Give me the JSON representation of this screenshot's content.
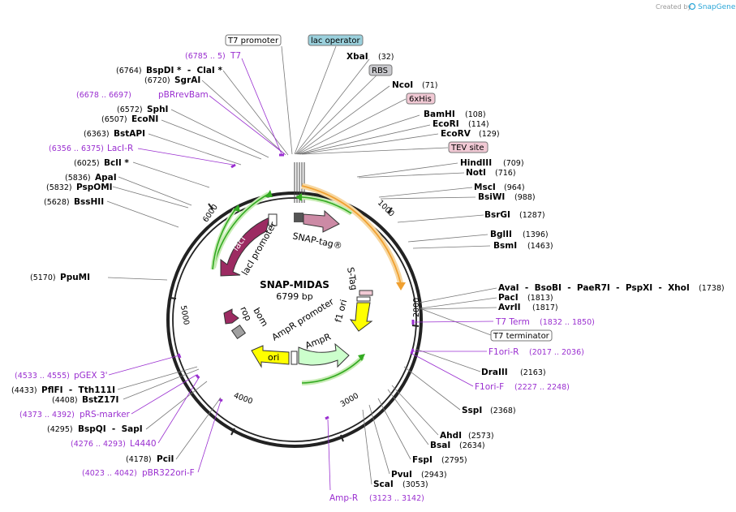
{
  "branding": {
    "created_by": "Created by",
    "product": "SnapGene"
  },
  "plasmid": {
    "name": "SNAP-MIDAS",
    "size": "6799 bp"
  },
  "ticks": [
    "1000",
    "2000",
    "3000",
    "4000",
    "5000",
    "6000"
  ],
  "boxed_features": [
    {
      "text": "T7 promoter",
      "fill": "#ffffff"
    },
    {
      "text": "lac operator",
      "fill": "#9ad0dc"
    },
    {
      "text": "RBS",
      "fill": "#c8c8cc"
    },
    {
      "text": "6xHis",
      "fill": "#f1c9d4"
    },
    {
      "text": "TEV site",
      "fill": "#f1c9d4"
    },
    {
      "text": "T7 terminator",
      "fill": "#ffffff"
    }
  ],
  "enzymes": [
    {
      "name": "XbaI",
      "pos": "(32)"
    },
    {
      "name": "NcoI",
      "pos": "(71)"
    },
    {
      "name": "BamHI",
      "pos": "(108)"
    },
    {
      "name": "EcoRI",
      "pos": "(114)"
    },
    {
      "name": "EcoRV",
      "pos": "(129)"
    },
    {
      "name": "HindIII",
      "pos": "(709)"
    },
    {
      "name": "NotI",
      "pos": "(716)"
    },
    {
      "name": "MscI",
      "pos": "(964)"
    },
    {
      "name": "BsiWI",
      "pos": "(988)"
    },
    {
      "name": "BsrGI",
      "pos": "(1287)"
    },
    {
      "name": "BglII",
      "pos": "(1396)"
    },
    {
      "name": "BsmI",
      "pos": "(1463)"
    },
    {
      "name": "AvaI  -  BsoBI  -  PaeR7I  -  PspXI  -  XhoI",
      "pos": "(1738)"
    },
    {
      "name": "PacI",
      "pos": "(1813)"
    },
    {
      "name": "AvrII",
      "pos": "(1817)"
    },
    {
      "name": "DraIII",
      "pos": "(2163)"
    },
    {
      "name": "SspI",
      "pos": "(2368)"
    },
    {
      "name": "AhdI",
      "pos": "(2573)"
    },
    {
      "name": "BsaI",
      "pos": "(2634)"
    },
    {
      "name": "FspI",
      "pos": "(2795)"
    },
    {
      "name": "PvuI",
      "pos": "(2943)"
    },
    {
      "name": "ScaI",
      "pos": "(3053)"
    },
    {
      "name": "PciI",
      "pos": "(4178)"
    },
    {
      "name": "BspQI  -  SapI",
      "pos": "(4295)"
    },
    {
      "name": "BstZ17I",
      "pos": "(4408)"
    },
    {
      "name": "PflFI  -  Tth111I",
      "pos": "(4433)"
    },
    {
      "name": "PpuMI",
      "pos": "(5170)"
    },
    {
      "name": "BssHII",
      "pos": "(5628)"
    },
    {
      "name": "PspOMI",
      "pos": "(5832)"
    },
    {
      "name": "ApaI",
      "pos": "(5836)"
    },
    {
      "name": "BclI *",
      "pos": "(6025)"
    },
    {
      "name": "BstAPI",
      "pos": "(6363)"
    },
    {
      "name": "EcoNI",
      "pos": "(6507)"
    },
    {
      "name": "SphI",
      "pos": "(6572)"
    },
    {
      "name": "SgrAI",
      "pos": "(6720)"
    },
    {
      "name": "BspDI *  -  ClaI *",
      "pos": "(6764)"
    }
  ],
  "primers": [
    {
      "name": "T7",
      "range": "(6785 .. 5)"
    },
    {
      "name": "pBRrevBam",
      "range": "(6678 .. 6697)"
    },
    {
      "name": "LacI-R",
      "range": "(6356 .. 6375)"
    },
    {
      "name": "T7 Term",
      "range": "(1832 .. 1850)"
    },
    {
      "name": "F1ori-R",
      "range": "(2017 .. 2036)"
    },
    {
      "name": "F1ori-F",
      "range": "(2227 .. 2248)"
    },
    {
      "name": "Amp-R",
      "range": "(3123 .. 3142)"
    },
    {
      "name": "pBR322ori-F",
      "range": "(4023 .. 4042)"
    },
    {
      "name": "L4440",
      "range": "(4276 .. 4293)"
    },
    {
      "name": "pRS-marker",
      "range": "(4373 .. 4392)"
    },
    {
      "name": "pGEX 3'",
      "range": "(4533 .. 4555)"
    }
  ],
  "features": [
    {
      "label": "SNAP-tag®",
      "color": "#cc8aa5"
    },
    {
      "label": "lacI",
      "color": "#9c2b62"
    },
    {
      "label": "lacI promoter",
      "color": "#ffffff"
    },
    {
      "label": "S-Tag",
      "color": "#f1c9d4"
    },
    {
      "label": "f1 ori",
      "color": "#ffff00"
    },
    {
      "label": "AmpR promoter",
      "color": "#ffffff"
    },
    {
      "label": "AmpR",
      "color": "#ccffcc"
    },
    {
      "label": "ori",
      "color": "#ffff00"
    },
    {
      "label": "rop",
      "color": "#9c2b62"
    },
    {
      "label": "bom",
      "color": "#a0a0a0"
    }
  ],
  "colors": {
    "primer": "#9a2fd0",
    "orf_arrow": "#f0a030",
    "green_arrow": "#33aa22",
    "backbone": "#222222"
  }
}
